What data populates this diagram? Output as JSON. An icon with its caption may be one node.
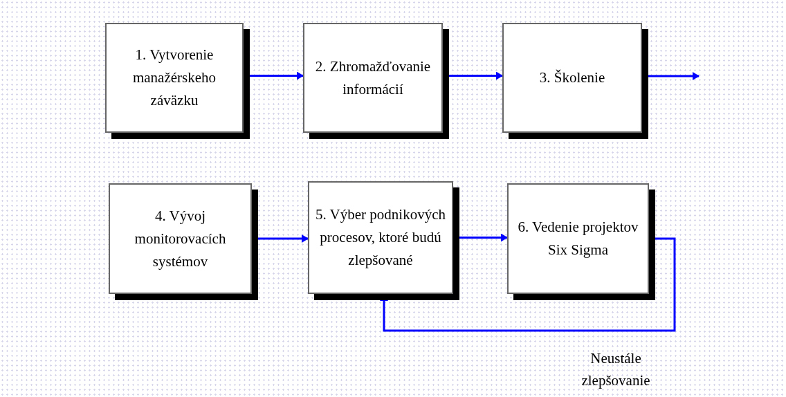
{
  "diagram": {
    "nodes": [
      {
        "text": [
          "1. Vytvorenie manažérskeho záväzku"
        ]
      },
      {
        "text": [
          "2. Zhromažďovanie informácií"
        ]
      },
      {
        "text": [
          "3. Školenie"
        ]
      },
      {
        "text": [
          "4. Vývoj monitorovacích systémov"
        ]
      },
      {
        "text": [
          "5. Výber podnikových procesov, ktoré budú zlepšované"
        ]
      },
      {
        "text": [
          "6. Vedenie projektov Six Sigma"
        ]
      }
    ],
    "edges": [
      {
        "from": 0,
        "to": 1,
        "arrow": "to"
      },
      {
        "from": 1,
        "to": 2,
        "arrow": "to"
      },
      {
        "from": 2,
        "to": null,
        "arrow": "to"
      },
      {
        "from": 3,
        "to": 4,
        "arrow": "to"
      },
      {
        "from": 4,
        "to": 5,
        "arrow": "to"
      },
      {
        "from": 5,
        "to": 4,
        "arrow": "to"
      }
    ],
    "labels": [
      "Neustále zlepšovanie"
    ]
  }
}
